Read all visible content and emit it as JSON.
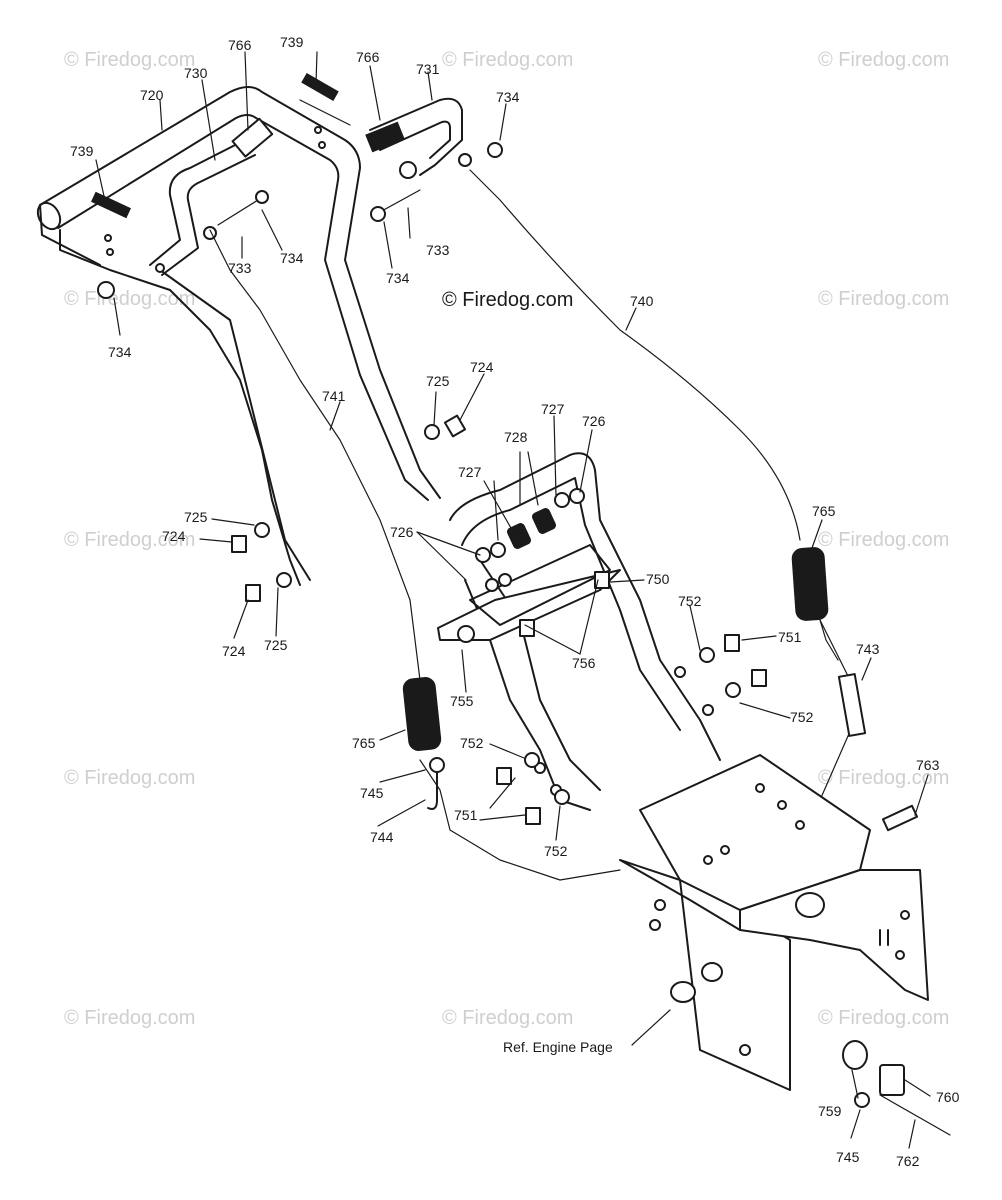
{
  "watermarks": [
    "© Firedog.com",
    "© Firedog.com",
    "© Firedog.com",
    "© Firedog.com",
    "© Firedog.com",
    "© Firedog.com",
    "© Firedog.com",
    "© Firedog.com",
    "© Firedog.com",
    "© Firedog.com",
    "© Firedog.com",
    "© Firedog.com"
  ],
  "center_watermark": "© Firedog.com",
  "ref_label": "Ref. Engine Page",
  "labels": {
    "l720": "720",
    "l730": "730",
    "l766a": "766",
    "l739a": "739",
    "l766b": "766",
    "l731": "731",
    "l734a": "734",
    "l739b": "739",
    "l734b": "734",
    "l733a": "733",
    "l733b": "733",
    "l734c": "734",
    "l734d": "734",
    "l740": "740",
    "l741": "741",
    "l725a": "725",
    "l724a": "724",
    "l727a": "727",
    "l726a": "726",
    "l728": "728",
    "l727b": "727",
    "l726b": "726",
    "l725b": "725",
    "l724b": "724",
    "l750": "750",
    "l765a": "765",
    "l724c": "724",
    "l725c": "725",
    "l752a": "752",
    "l751a": "751",
    "l756": "756",
    "l743": "743",
    "l755": "755",
    "l752b": "752",
    "l765b": "765",
    "l752c": "752",
    "l745a": "745",
    "l751b": "751",
    "l744": "744",
    "l752d": "752",
    "l763": "763",
    "l760": "760",
    "l759": "759",
    "l745b": "745",
    "l762": "762"
  }
}
